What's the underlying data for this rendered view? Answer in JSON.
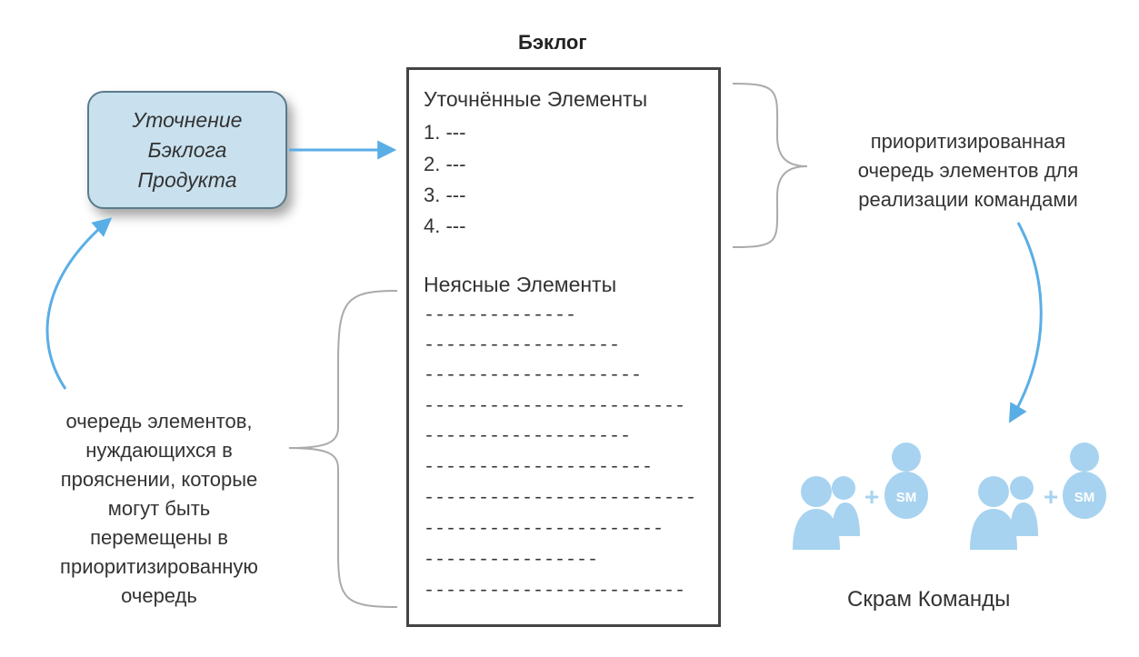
{
  "backlog": {
    "title": "Бэклог",
    "refined_title": "Уточнённые Элементы",
    "refined_items": [
      "1. ---",
      "2. ---",
      "3. ---",
      "4. ---"
    ],
    "unclear_title": "Неясные Элементы",
    "unclear_items": [
      "--------------",
      "------------------",
      "--------------------",
      "------------------------",
      "-------------------",
      "---------------------",
      "-------------------------",
      "----------------------",
      "----------------",
      "------------------------"
    ]
  },
  "refinement": {
    "lines": [
      "Уточнение",
      "Бэклога",
      "Продукта"
    ]
  },
  "notes": {
    "prioritized": [
      "приоритизированная",
      "очередь элементов для",
      "реализации командами"
    ],
    "unclear": [
      "очередь элементов,",
      "нуждающихся в",
      "прояснении, которые",
      "могут быть",
      "перемещены в",
      "приоритизированную",
      "очередь"
    ]
  },
  "teams": {
    "label": "Скрам Команды",
    "badge": "SM",
    "plus": "+",
    "color": "#a7d3f0"
  },
  "colors": {
    "arrow": "#5aaee6",
    "brace": "#aaaaaa",
    "box_fill": "#c9e1ee"
  }
}
